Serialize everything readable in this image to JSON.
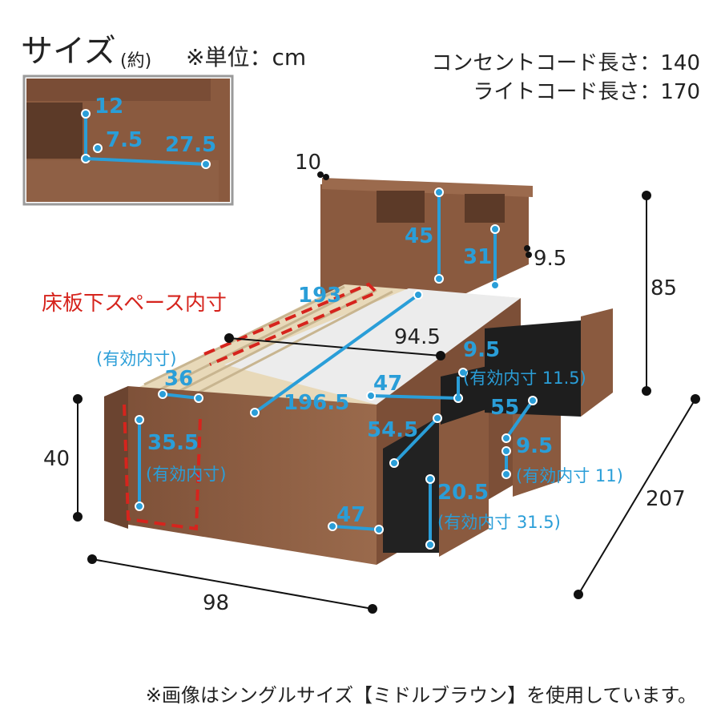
{
  "header": {
    "title": "サイズ",
    "title_paren": "(約)",
    "unit": "※単位：cm",
    "cord_outlet": "コンセントコード長さ：140",
    "cord_light": "ライトコード長さ：170"
  },
  "floor_label": "床板下スペース内寸",
  "dimensions": {
    "inset_12": "12",
    "inset_7_5": "7.5",
    "inset_27_5": "27.5",
    "board_10": "10",
    "headboard_45": "45",
    "shelf_31": "31",
    "shelf_9_5": "9.5",
    "height_85": "85",
    "length_193": "193",
    "width_94_5": "94.5",
    "effective_label": "(有効内寸)",
    "inner_36": "36",
    "drawer_depth_9_5": "9.5",
    "drawer_depth_eff": "(有効内寸 11.5)",
    "drawer_47_top": "47",
    "inner_196_5": "196.5",
    "drawer_54_5": "54.5",
    "drawer_55": "55",
    "side_9_5": "9.5",
    "side_eff": "(有効内寸 11)",
    "height_40": "40",
    "inner_35_5": "35.5",
    "inner_35_5_eff": "(有効内寸)",
    "drawer_20_5": "20.5",
    "drawer_20_5_eff": "(有効内寸 31.5)",
    "drawer_47_bottom": "47",
    "width_98": "98",
    "length_207": "207"
  },
  "footer": "※画像はシングルサイズ【ミドルブラウン】を使用しています。",
  "colors": {
    "wood": "#8a5a3f",
    "wood_dark": "#6b4430",
    "accent_blue": "#2a9ed8",
    "accent_red": "#d6241d",
    "drawer_inner": "#222222"
  }
}
